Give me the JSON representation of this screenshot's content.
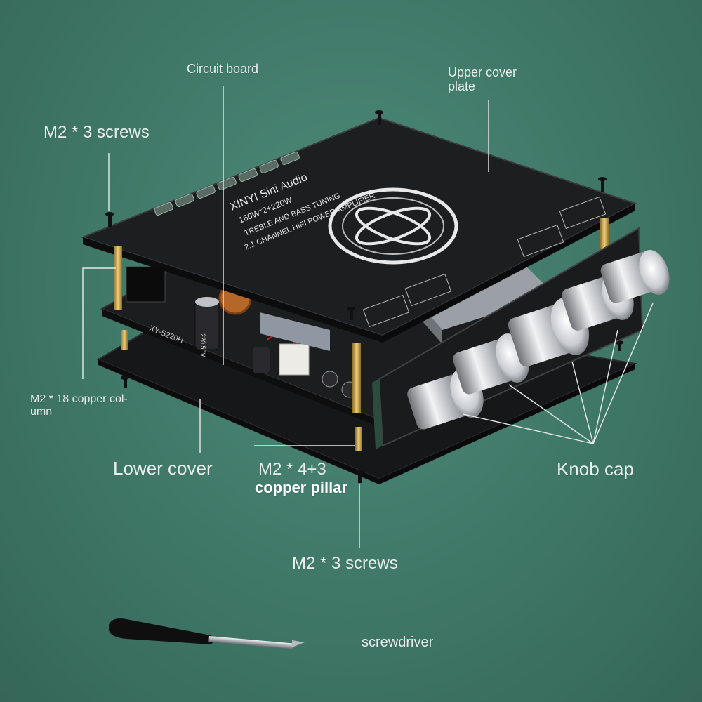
{
  "labels": {
    "circuit_board": "Circuit board",
    "upper_cover_line1": "Upper cover",
    "upper_cover_line2": "plate",
    "m2_3_screws_top": "M2 * 3 screws",
    "m2_18_line1": "M2 * 18 copper col-",
    "m2_18_line2": "umn",
    "lower_cover": "Lower cover",
    "m2_43_line1": "M2 * 4+3",
    "m2_43_line2": "copper pillar",
    "knob_cap": "Knob cap",
    "m2_3_screws_bottom": "M2 * 3 screws",
    "screwdriver": "screwdriver"
  },
  "board_print": {
    "brand": "XINYI Sini Audio",
    "power": "160W*2+220W",
    "tuning": "TREBLE AND BASS TUNING",
    "amp": "2.1 CHANNEL HIFI POWER AMPLIFIER",
    "model": "XY-S220H",
    "capacitor": "220 50V"
  },
  "colors": {
    "background": "#3f7767",
    "label_text": "#e8efec",
    "board": "#1d1e20",
    "leader_line": "#e6ece9",
    "brass": "#c9a24a"
  }
}
